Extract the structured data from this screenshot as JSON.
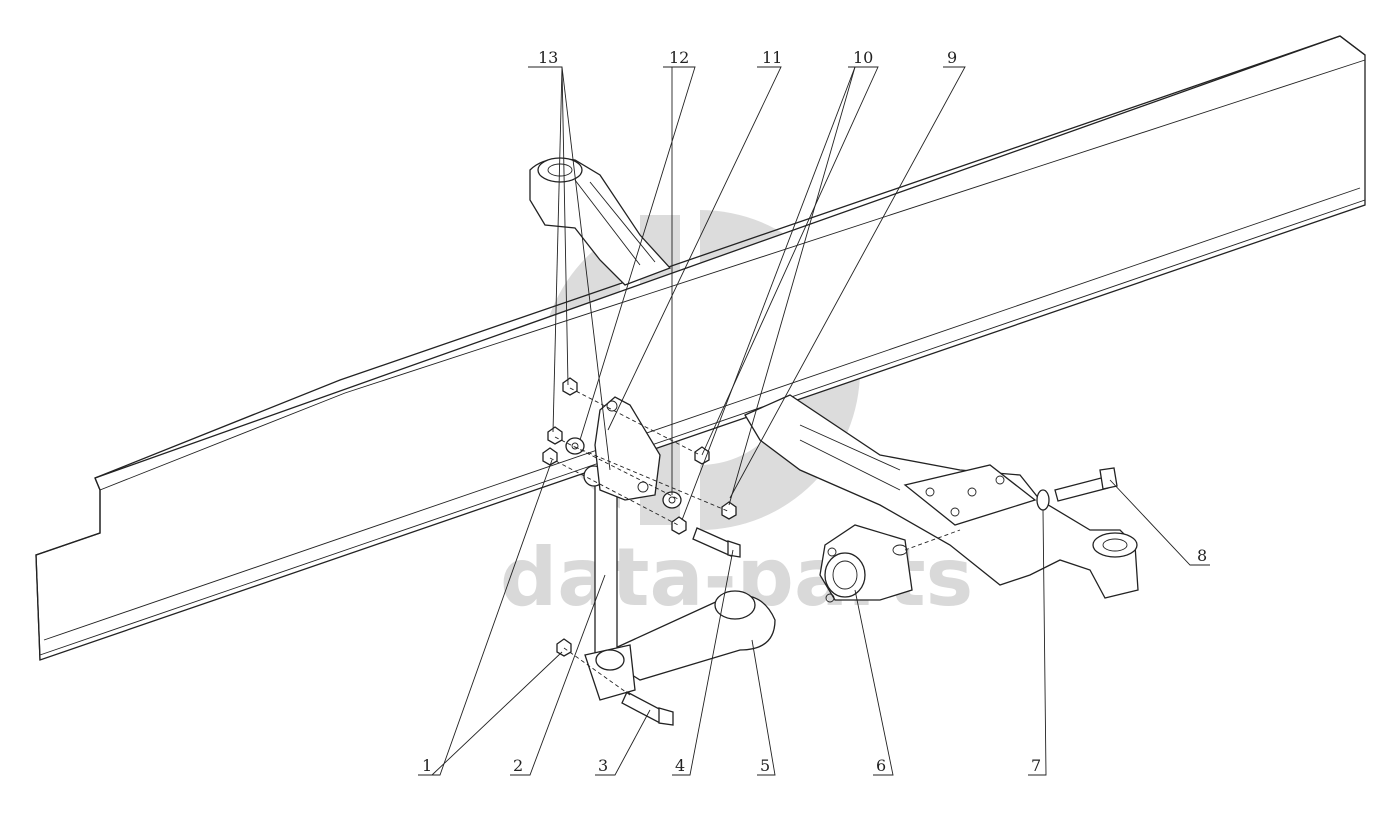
{
  "diagram": {
    "callouts": [
      "1",
      "2",
      "3",
      "4",
      "5",
      "6",
      "7",
      "8",
      "9",
      "10",
      "11",
      "12",
      "13"
    ],
    "watermark_text": "data-parts",
    "colors": {
      "ink": "#222222",
      "watermark": "#d9d9d9",
      "background": "#ffffff"
    }
  }
}
